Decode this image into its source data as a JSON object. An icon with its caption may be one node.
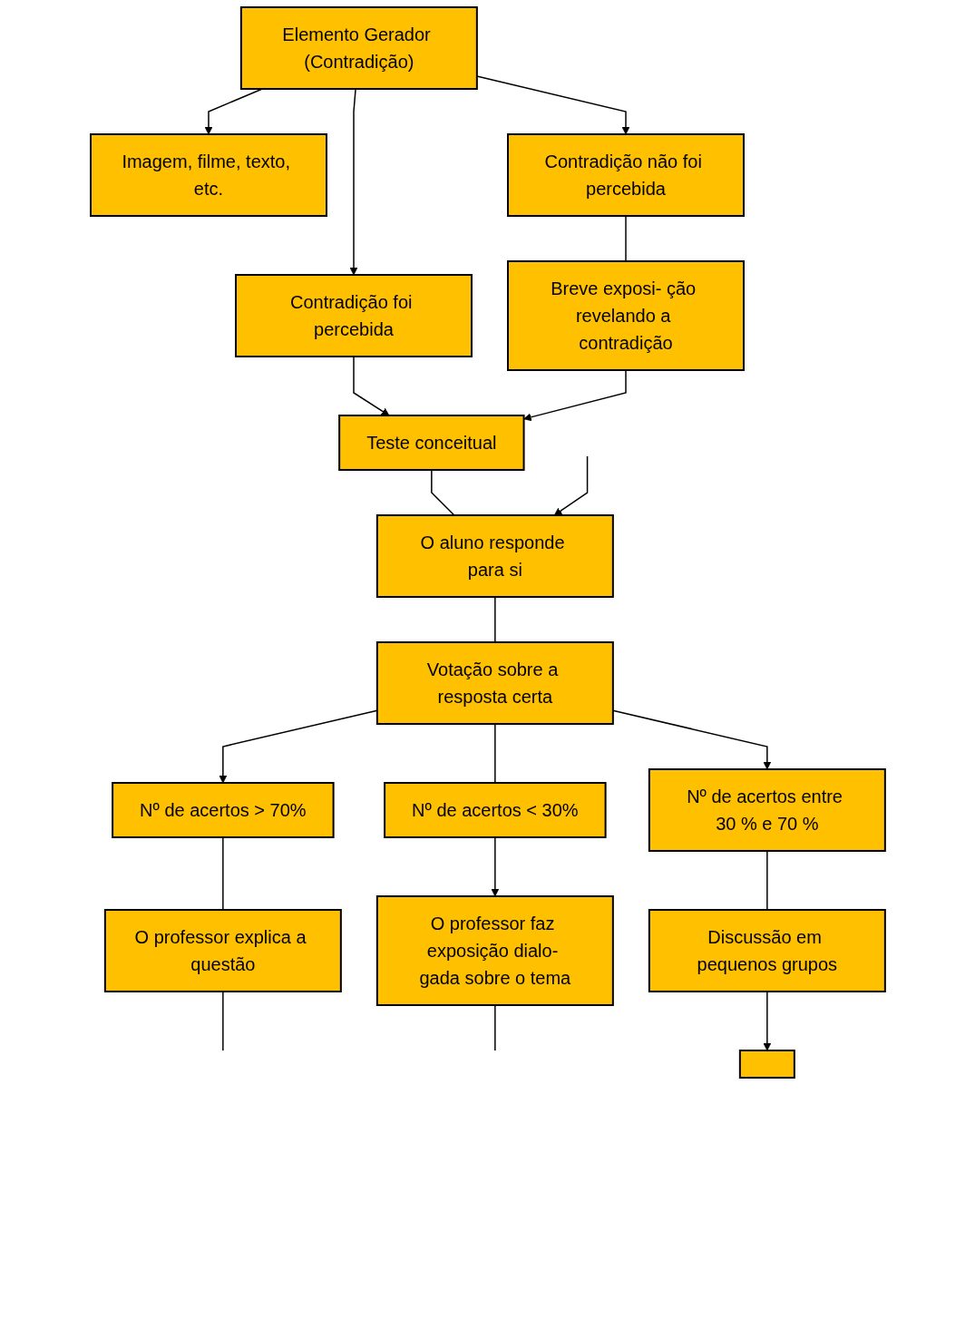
{
  "diagram": {
    "nodes": [
      {
        "text": [
          "Imagem, filme, texto, etc."
        ]
      },
      {
        "text": [
          "Elemento Gerador (Contradição)"
        ]
      },
      {
        "text": [
          "Contradição foi percebida"
        ]
      },
      {
        "text": [
          "Contradição não foi percebida"
        ]
      },
      {
        "text": [
          "Breve exposi- ção revelando a contradição"
        ]
      },
      {
        "text": [
          "Teste conceitual"
        ]
      },
      {
        "text": [
          "O aluno responde para si"
        ]
      },
      {
        "text": [
          "Votação sobre a resposta certa"
        ]
      },
      {
        "text": [
          "Nº de acertos > 70%"
        ]
      },
      {
        "text": [
          "Nº de acertos < 30%"
        ]
      },
      {
        "text": [
          "Nº de acertos entre 30 % e 70 %"
        ]
      },
      {
        "text": [
          "O professor explica a questão"
        ]
      },
      {
        "text": [
          "O professor faz exposição dialo- gada sobre o tema"
        ]
      },
      {
        "text": [
          "Discussão em pequenos grupos"
        ]
      },
      {
        "text": [],
        "shape": "box"
      }
    ],
    "edges": [
      {
        "from": 1,
        "to": 0,
        "arrow": "to"
      },
      {
        "from": 1,
        "to": 2,
        "arrow": "to"
      },
      {
        "from": 1,
        "to": 3,
        "arrow": "to"
      },
      {
        "from": 3,
        "to": 4,
        "arrow": "none"
      },
      {
        "from": 2,
        "to": 5,
        "arrow": "to"
      },
      {
        "from": 4,
        "to": 5,
        "arrow": "to"
      },
      {
        "from": 5,
        "to": 6,
        "arrow": "none"
      },
      {
        "from": null,
        "to": 6,
        "arrow": "to"
      },
      {
        "from": 6,
        "to": 7,
        "arrow": "none"
      },
      {
        "from": 7,
        "to": 8,
        "arrow": "to"
      },
      {
        "from": 7,
        "to": 9,
        "arrow": "none"
      },
      {
        "from": 7,
        "to": 10,
        "arrow": "to"
      },
      {
        "from": 8,
        "to": 11,
        "arrow": "none"
      },
      {
        "from": 9,
        "to": 12,
        "arrow": "to"
      },
      {
        "from": 10,
        "to": 13,
        "arrow": "none"
      },
      {
        "from": 13,
        "to": 14,
        "arrow": "to"
      },
      {
        "from": 11,
        "to": null,
        "arrow": "none"
      },
      {
        "from": 12,
        "to": null,
        "arrow": "none"
      }
    ]
  }
}
